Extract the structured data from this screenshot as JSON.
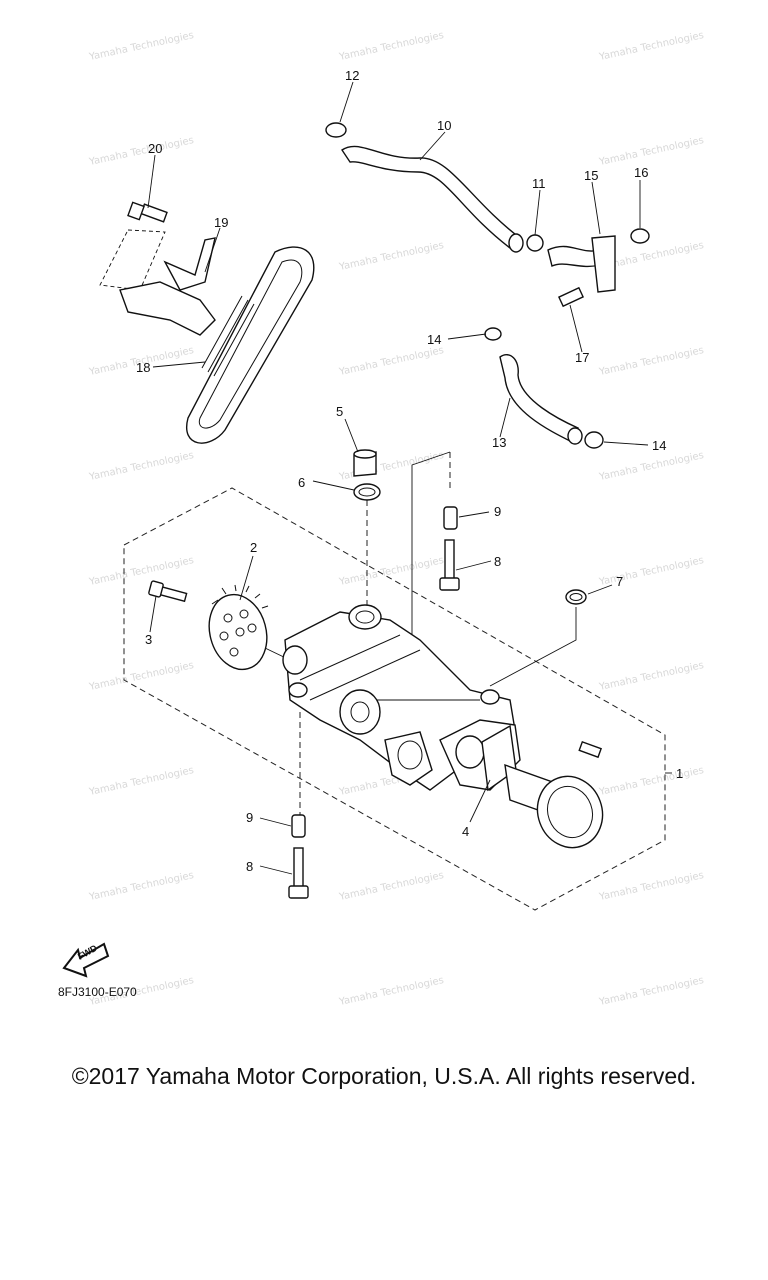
{
  "diagram": {
    "part_code": "8FJ3100-E070",
    "fwd_label": "FWD",
    "watermark": "Yamaha Technologies",
    "callouts": {
      "c1": "1",
      "c2": "2",
      "c3": "3",
      "c4": "4",
      "c5": "5",
      "c6": "6",
      "c7": "7",
      "c8a": "8",
      "c8b": "8",
      "c9a": "9",
      "c9b": "9",
      "c10": "10",
      "c11": "11",
      "c12": "12",
      "c13": "13",
      "c14a": "14",
      "c14b": "14",
      "c15": "15",
      "c16": "16",
      "c17": "17",
      "c18": "18",
      "c19": "19",
      "c20": "20"
    }
  },
  "footer": {
    "copyright": "©2017 Yamaha Motor Corporation, U.S.A. All rights reserved."
  }
}
